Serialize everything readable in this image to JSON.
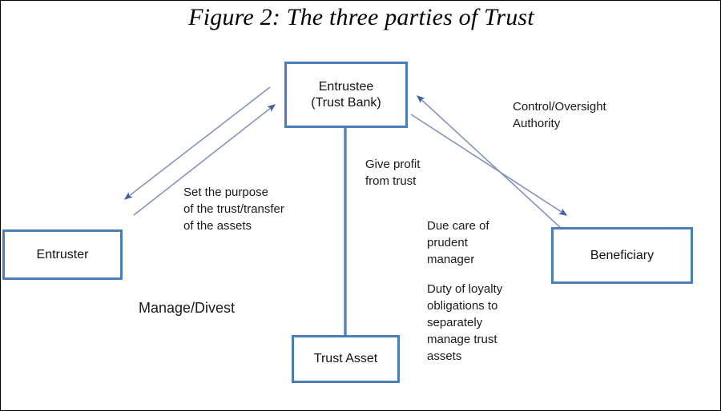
{
  "figure": {
    "title": "Figure 2: The three parties of Trust",
    "border_color": "#000000",
    "background": "#ffffff"
  },
  "style": {
    "box_border_color": "#4a7ebb",
    "connector_color": "#5b7fbd",
    "arrow_color": "#3f5fa0",
    "text_color": "#1a1a1a"
  },
  "nodes": {
    "entrustee": {
      "label": "Entrustee\n(Trust Bank)"
    },
    "entruster": {
      "label": "Entruster"
    },
    "beneficiary": {
      "label": "Beneficiary"
    },
    "trust_asset": {
      "label": "Trust Asset"
    }
  },
  "notes": {
    "set_purpose": "Set the purpose\nof the trust/transfer\nof the assets",
    "give_profit": "Give profit\nfrom trust",
    "control_oversight": "Control/Oversight\nAuthority",
    "due_care": "Due care of\nprudent\nmanager",
    "duty_of_loyalty": "Duty of loyalty\nobligations to\nseparately\nmanage trust\nassets",
    "manage_divest": "Manage/Divest"
  },
  "connectors": [
    {
      "name": "entruster-to-entrustee",
      "from": "entruster",
      "to": "entrustee",
      "direction": "up-right",
      "arrowhead": "end"
    },
    {
      "name": "entrustee-to-entruster",
      "from": "entrustee",
      "to": "entruster",
      "direction": "down-left",
      "arrowhead": "end"
    },
    {
      "name": "beneficiary-to-entrustee",
      "from": "beneficiary",
      "to": "entrustee",
      "direction": "up-left",
      "arrowhead": "end"
    },
    {
      "name": "entrustee-to-beneficiary",
      "from": "entrustee",
      "to": "beneficiary",
      "direction": "down-right",
      "arrowhead": "end"
    },
    {
      "name": "entrustee-to-trust-asset",
      "from": "entrustee",
      "to": "trust_asset",
      "direction": "down",
      "arrowhead": "none"
    }
  ]
}
